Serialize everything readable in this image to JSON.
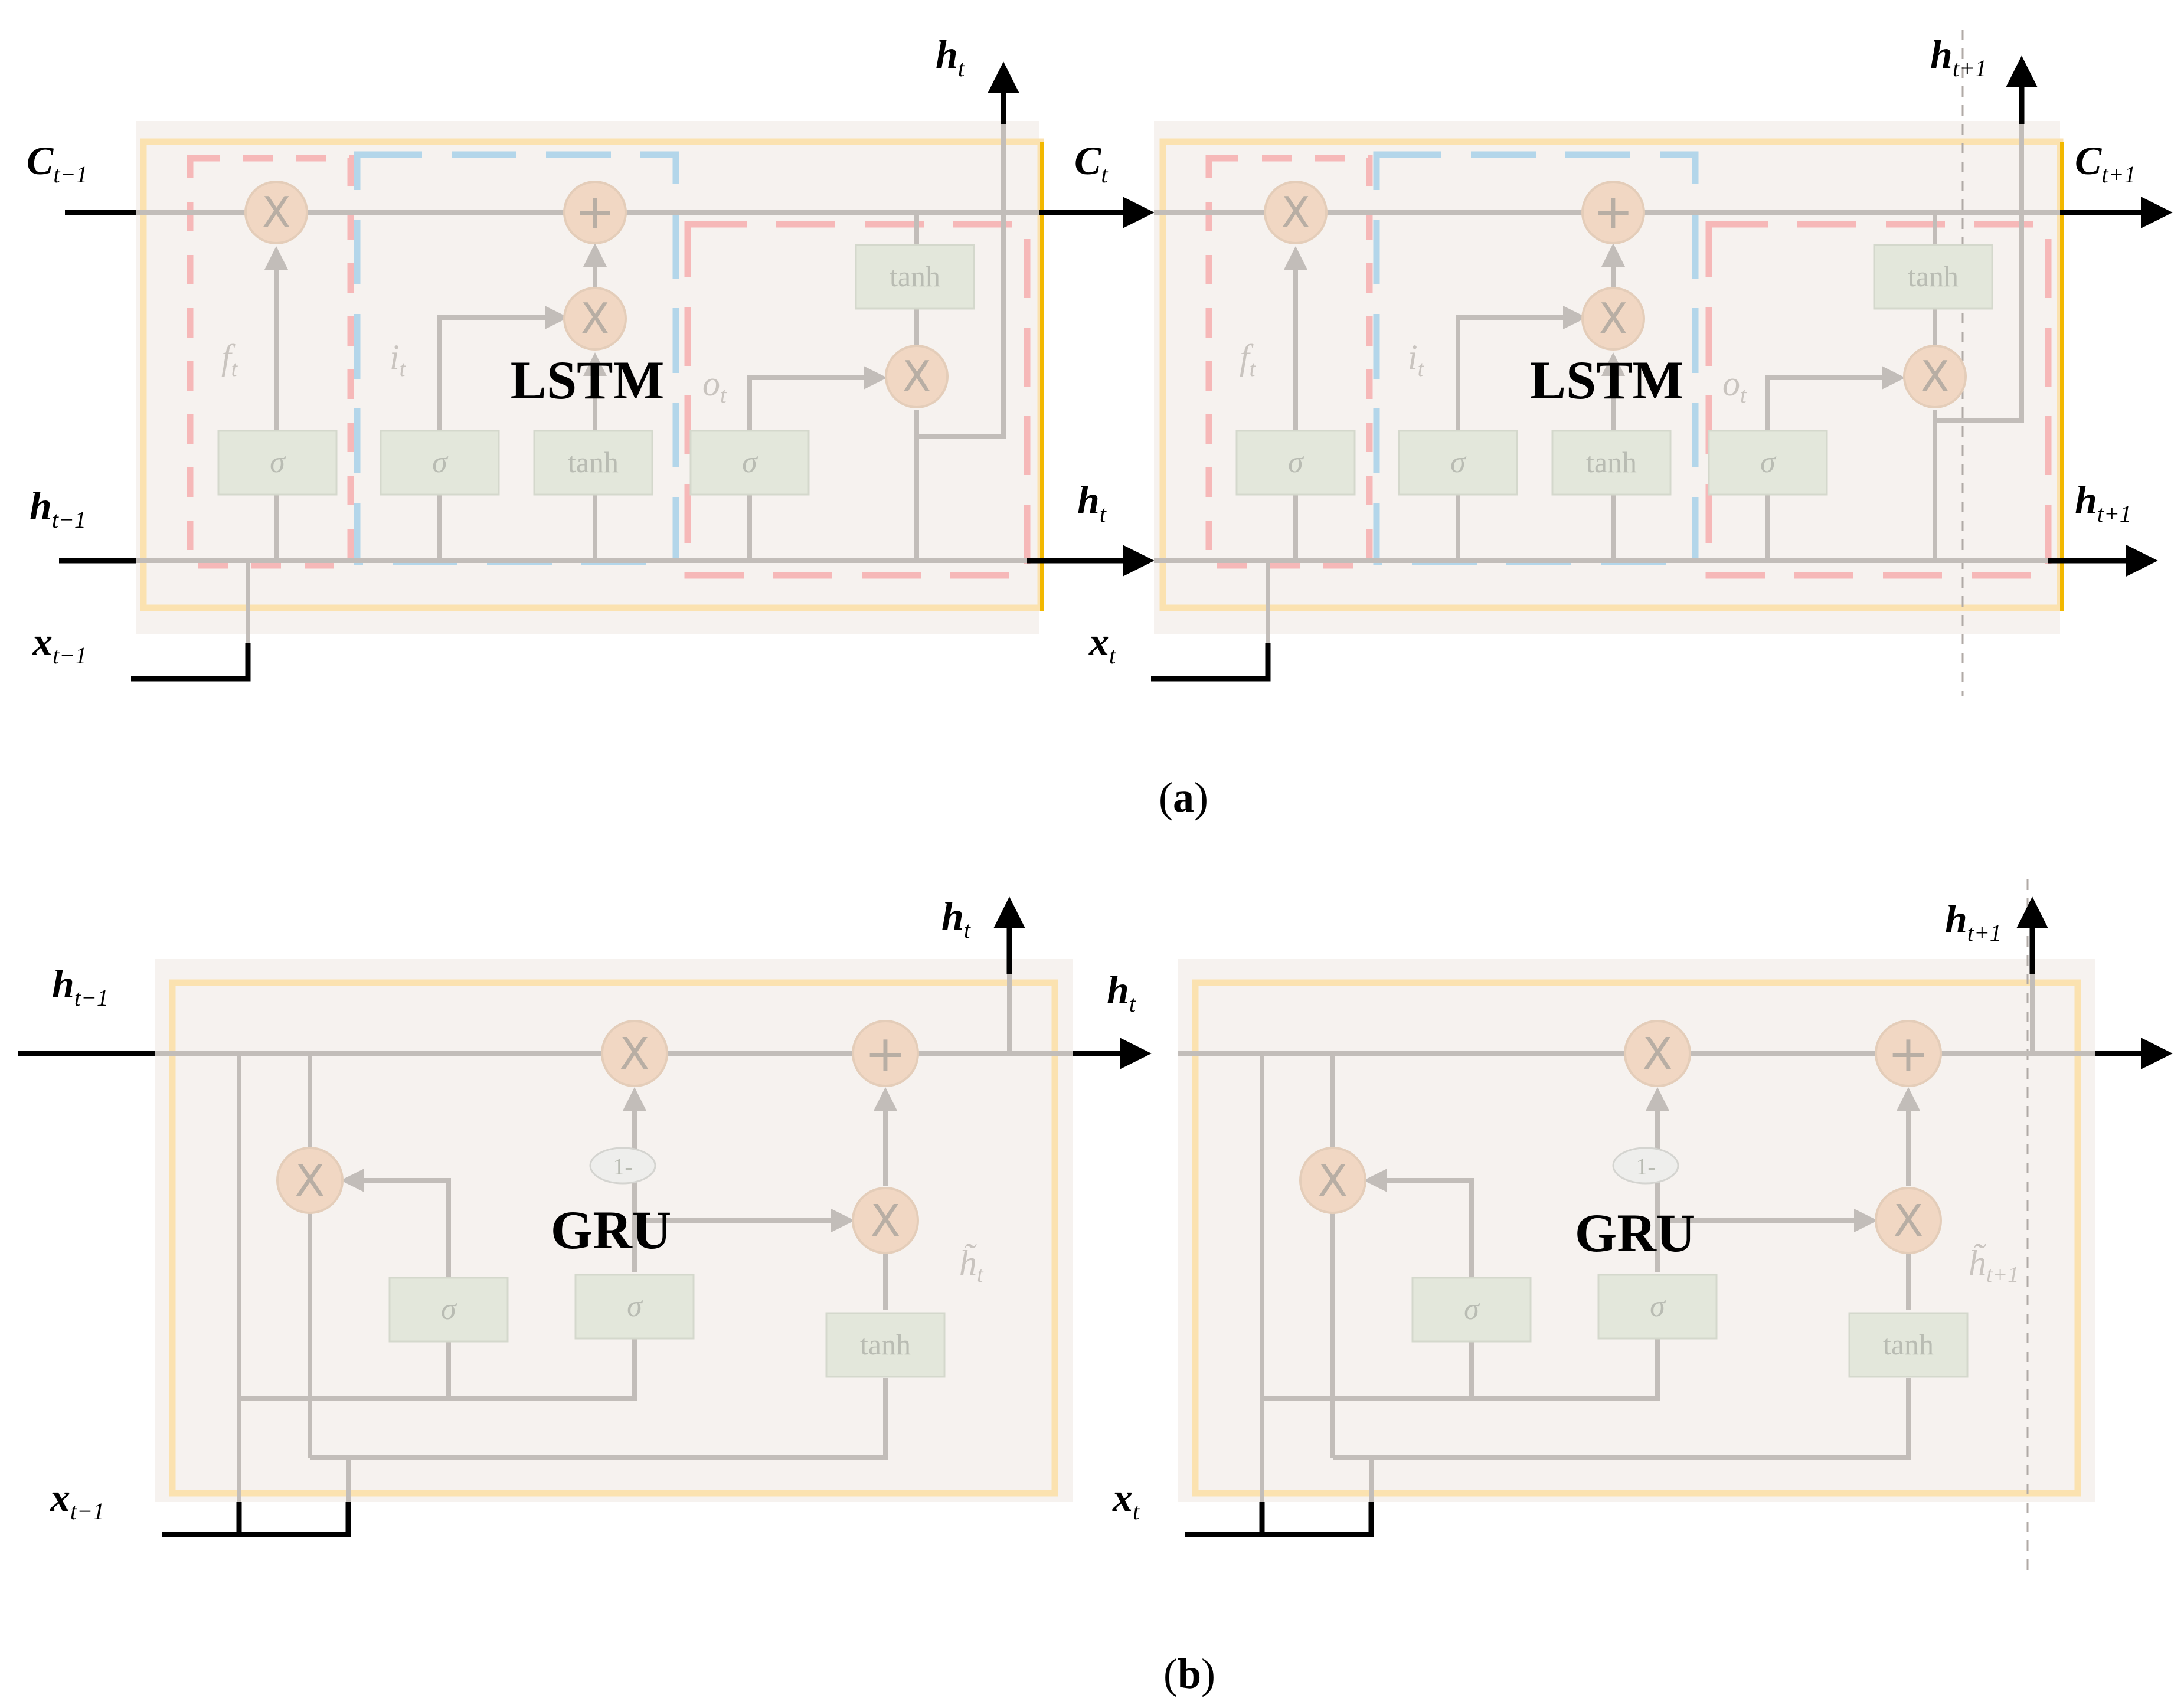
{
  "panel_a": {
    "caption_open": "(",
    "caption_letter": "a",
    "caption_close": ")",
    "cell_label": "LSTM",
    "cells": [
      {
        "input_c": "C",
        "input_c_sub": "t−1",
        "input_h": "h",
        "input_h_sub": "t−1",
        "input_x": "x",
        "input_x_sub": "t−1",
        "out_h_top": "h",
        "out_h_top_sub": "t",
        "out_c": "C",
        "out_c_sub": "t",
        "out_h": "h",
        "out_h_sub": "t",
        "gate_f": "f",
        "gate_f_sub": "t",
        "gate_i": "i",
        "gate_i_sub": "t",
        "gate_o": "o",
        "gate_o_sub": "t"
      },
      {
        "input_x": "x",
        "input_x_sub": "t",
        "out_h_top": "h",
        "out_h_top_sub": "t+1",
        "out_c": "C",
        "out_c_sub": "t+1",
        "out_h": "h",
        "out_h_sub": "t+1",
        "gate_f": "f",
        "gate_f_sub": "t",
        "gate_i": "i",
        "gate_i_sub": "t",
        "gate_o": "o",
        "gate_o_sub": "t"
      }
    ]
  },
  "panel_b": {
    "caption_open": "(",
    "caption_letter": "b",
    "caption_close": ")",
    "cell_label": "GRU",
    "cells": [
      {
        "input_h": "h",
        "input_h_sub": "t−1",
        "input_x": "x",
        "input_x_sub": "t−1",
        "out_h_top": "h",
        "out_h_top_sub": "t",
        "cand": "h̃",
        "cand_sub": "t"
      },
      {
        "input_h": "h",
        "input_h_sub": "t",
        "input_x": "x",
        "input_x_sub": "t",
        "out_h_top": "h",
        "out_h_top_sub": "t+1",
        "cand": "h̃",
        "cand_sub": "t+1"
      }
    ]
  },
  "blocks": {
    "sigma": "σ",
    "tanh": "tanh",
    "one_minus": "1-"
  },
  "ops": {
    "multiply": "X",
    "add": "+"
  },
  "colors": {
    "cell_bg": "#f6f2ef",
    "cell_border": "#fbe2b0",
    "gate_red": "#f6b8b8",
    "gate_blue": "#b3d6ea",
    "op_fill": "#f1d7c3",
    "block_fill": "#e3e7db",
    "line_grey": "#c2bdb9",
    "divider": "#f2b800"
  }
}
